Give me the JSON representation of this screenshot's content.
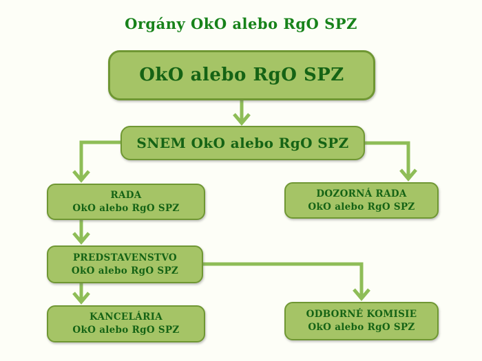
{
  "title": "Orgány OkO alebo RgO SPZ",
  "colors": {
    "background": "#fdfef7",
    "box_fill": "#a5c466",
    "box_border": "#6f9733",
    "arrow": "#8ebd57",
    "text": "#156315",
    "title_text": "#17821a"
  },
  "nodes": {
    "top": {
      "line1": "OkO alebo RgO SPZ"
    },
    "snem": {
      "line1": "SNEM OkO alebo RgO SPZ"
    },
    "rada": {
      "line1": "RADA",
      "line2": "OkO alebo RgO SPZ"
    },
    "dozorna": {
      "line1": "DOZORNÁ RADA",
      "line2": "OkO alebo RgO SPZ"
    },
    "predstavenstvo": {
      "line1": "PREDSTAVENSTVO",
      "line2": "OkO alebo RgO SPZ"
    },
    "kancelaria": {
      "line1": "KANCELÁRIA",
      "line2": "OkO alebo RgO SPZ"
    },
    "odborne": {
      "line1": "ODBORNÉ KOMISIE",
      "line2": "OkO alebo RgO SPZ"
    }
  },
  "edges": [
    {
      "from": "top",
      "to": "snem"
    },
    {
      "from": "snem",
      "to": "rada"
    },
    {
      "from": "snem",
      "to": "dozorna"
    },
    {
      "from": "rada",
      "to": "predstavenstvo"
    },
    {
      "from": "predstavenstvo",
      "to": "kancelaria"
    },
    {
      "from": "predstavenstvo",
      "to": "odborne"
    }
  ]
}
